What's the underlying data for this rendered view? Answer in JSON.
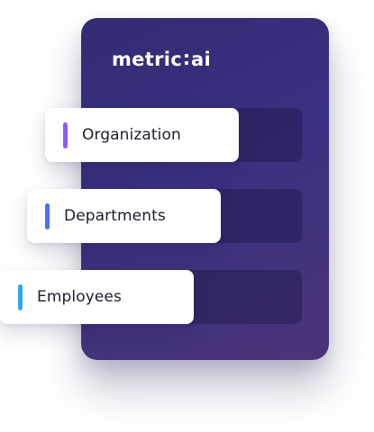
{
  "brand": {
    "name_left": "metric",
    "name_right": "ai",
    "separator_icon": "double-colon-icon"
  },
  "nav": {
    "items": [
      {
        "label": "Organization",
        "accent": "#8b5cf6"
      },
      {
        "label": "Departments",
        "accent": "#4f6ef7"
      },
      {
        "label": "Employees",
        "accent": "#2fa8ee"
      }
    ]
  },
  "colors": {
    "panel_start": "#312c74",
    "panel_end": "#4a3478",
    "card_background": "#ffffff"
  }
}
